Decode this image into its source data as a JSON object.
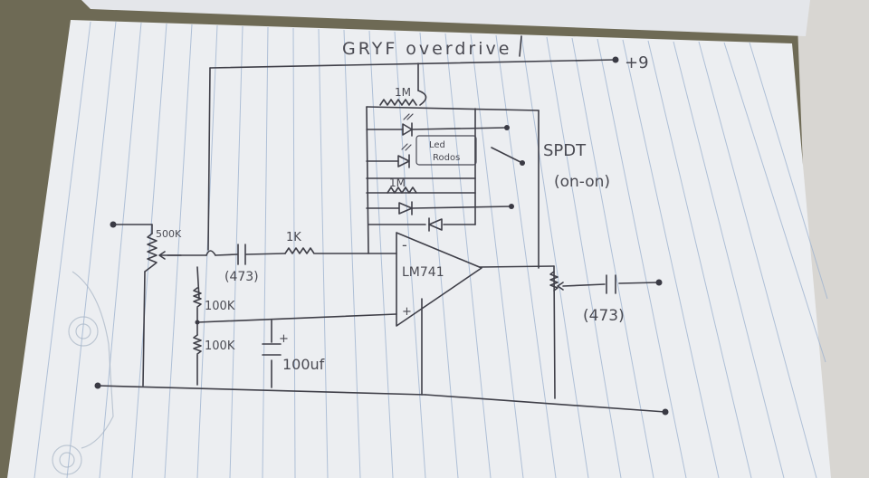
{
  "title": "GRYF overdrive",
  "supply_label": "+9",
  "switch": {
    "label": "SPDT",
    "mode": "(on-on)"
  },
  "opamp": {
    "label": "LM741",
    "inv": "-",
    "noninv": "+"
  },
  "resistors": {
    "top_1m": "1M",
    "mid_1m": "1M",
    "r_1k": "1K",
    "pot": "500K",
    "div_top": "100K",
    "div_bottom": "100K"
  },
  "capacitors": {
    "input": "(473)",
    "output": "(473)",
    "filter": "100uf",
    "filter_polarity": "+"
  },
  "leds_label": {
    "line1": "Led",
    "line2": "Rodos"
  }
}
